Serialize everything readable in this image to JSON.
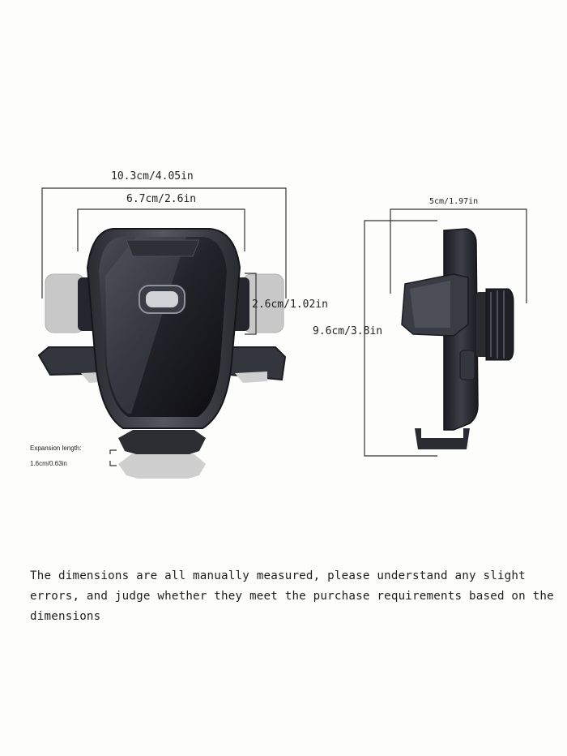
{
  "dimensions": {
    "total_width": "10.3cm/4.05in",
    "inner_width": "6.7cm/2.6in",
    "clamp_depth": "2.6cm/1.02in",
    "side_depth": "5cm/1.97in",
    "height": "9.6cm/3.8in",
    "expansion_title": "Expansion length:",
    "expansion_value": "1.6cm/0.63in"
  },
  "note": "The dimensions are all manually measured, please understand any slight errors, and judge whether they meet the purchase requirements based on the dimensions",
  "colors": {
    "body_dark": "#1c1d22",
    "panel": "#2b2d36",
    "arm_ghost": "#bdbdbd",
    "line": "#333333",
    "background": "#fdfdfc"
  }
}
